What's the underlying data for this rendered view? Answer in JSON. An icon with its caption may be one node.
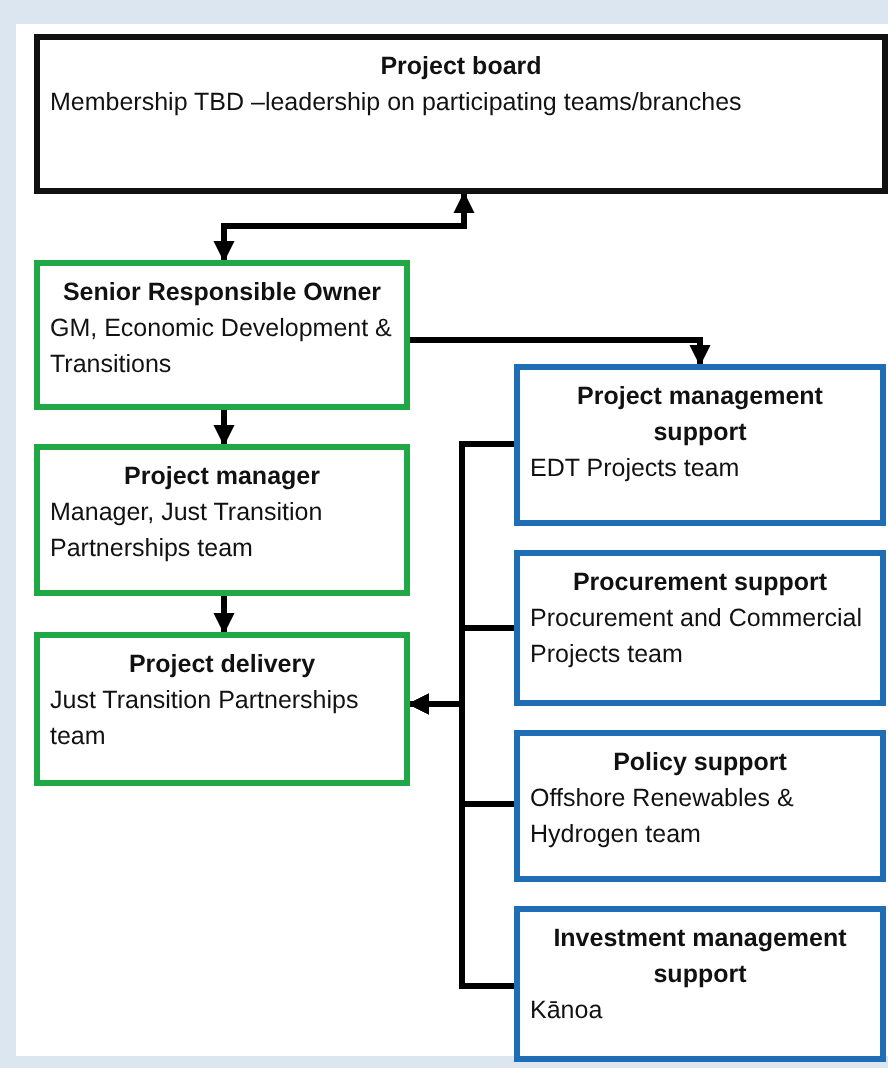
{
  "diagram": {
    "nodes": [
      {
        "text": [
          "Project board",
          "Membership TBD –leadership on participating teams/branches"
        ]
      },
      {
        "text": [
          "Senior Responsible Owner",
          "GM, Economic Development & Transitions"
        ]
      },
      {
        "text": [
          "Project manager",
          "Manager, Just Transition Partnerships team"
        ]
      },
      {
        "text": [
          "Project delivery",
          "Just Transition Partnerships team"
        ]
      },
      {
        "text": [
          "Project management support",
          "EDT Projects team"
        ]
      },
      {
        "text": [
          "Procurement support",
          "Procurement and Commercial Projects team"
        ]
      },
      {
        "text": [
          "Policy support",
          "Offshore Renewables & Hydrogen team"
        ]
      },
      {
        "text": [
          "Investment management support",
          "Kānoa"
        ]
      }
    ],
    "edges": [
      {
        "from": 0,
        "to": 1,
        "arrow": "both"
      },
      {
        "from": 1,
        "to": 4,
        "arrow": "to"
      },
      {
        "from": 1,
        "to": 2,
        "arrow": "to"
      },
      {
        "from": 2,
        "to": 3,
        "arrow": "to"
      },
      {
        "from": 4,
        "to": 3,
        "arrow": "to"
      },
      {
        "from": 5,
        "to": 3,
        "arrow": "to"
      },
      {
        "from": 6,
        "to": 3,
        "arrow": "to"
      },
      {
        "from": 7,
        "to": 3,
        "arrow": "to"
      }
    ]
  }
}
